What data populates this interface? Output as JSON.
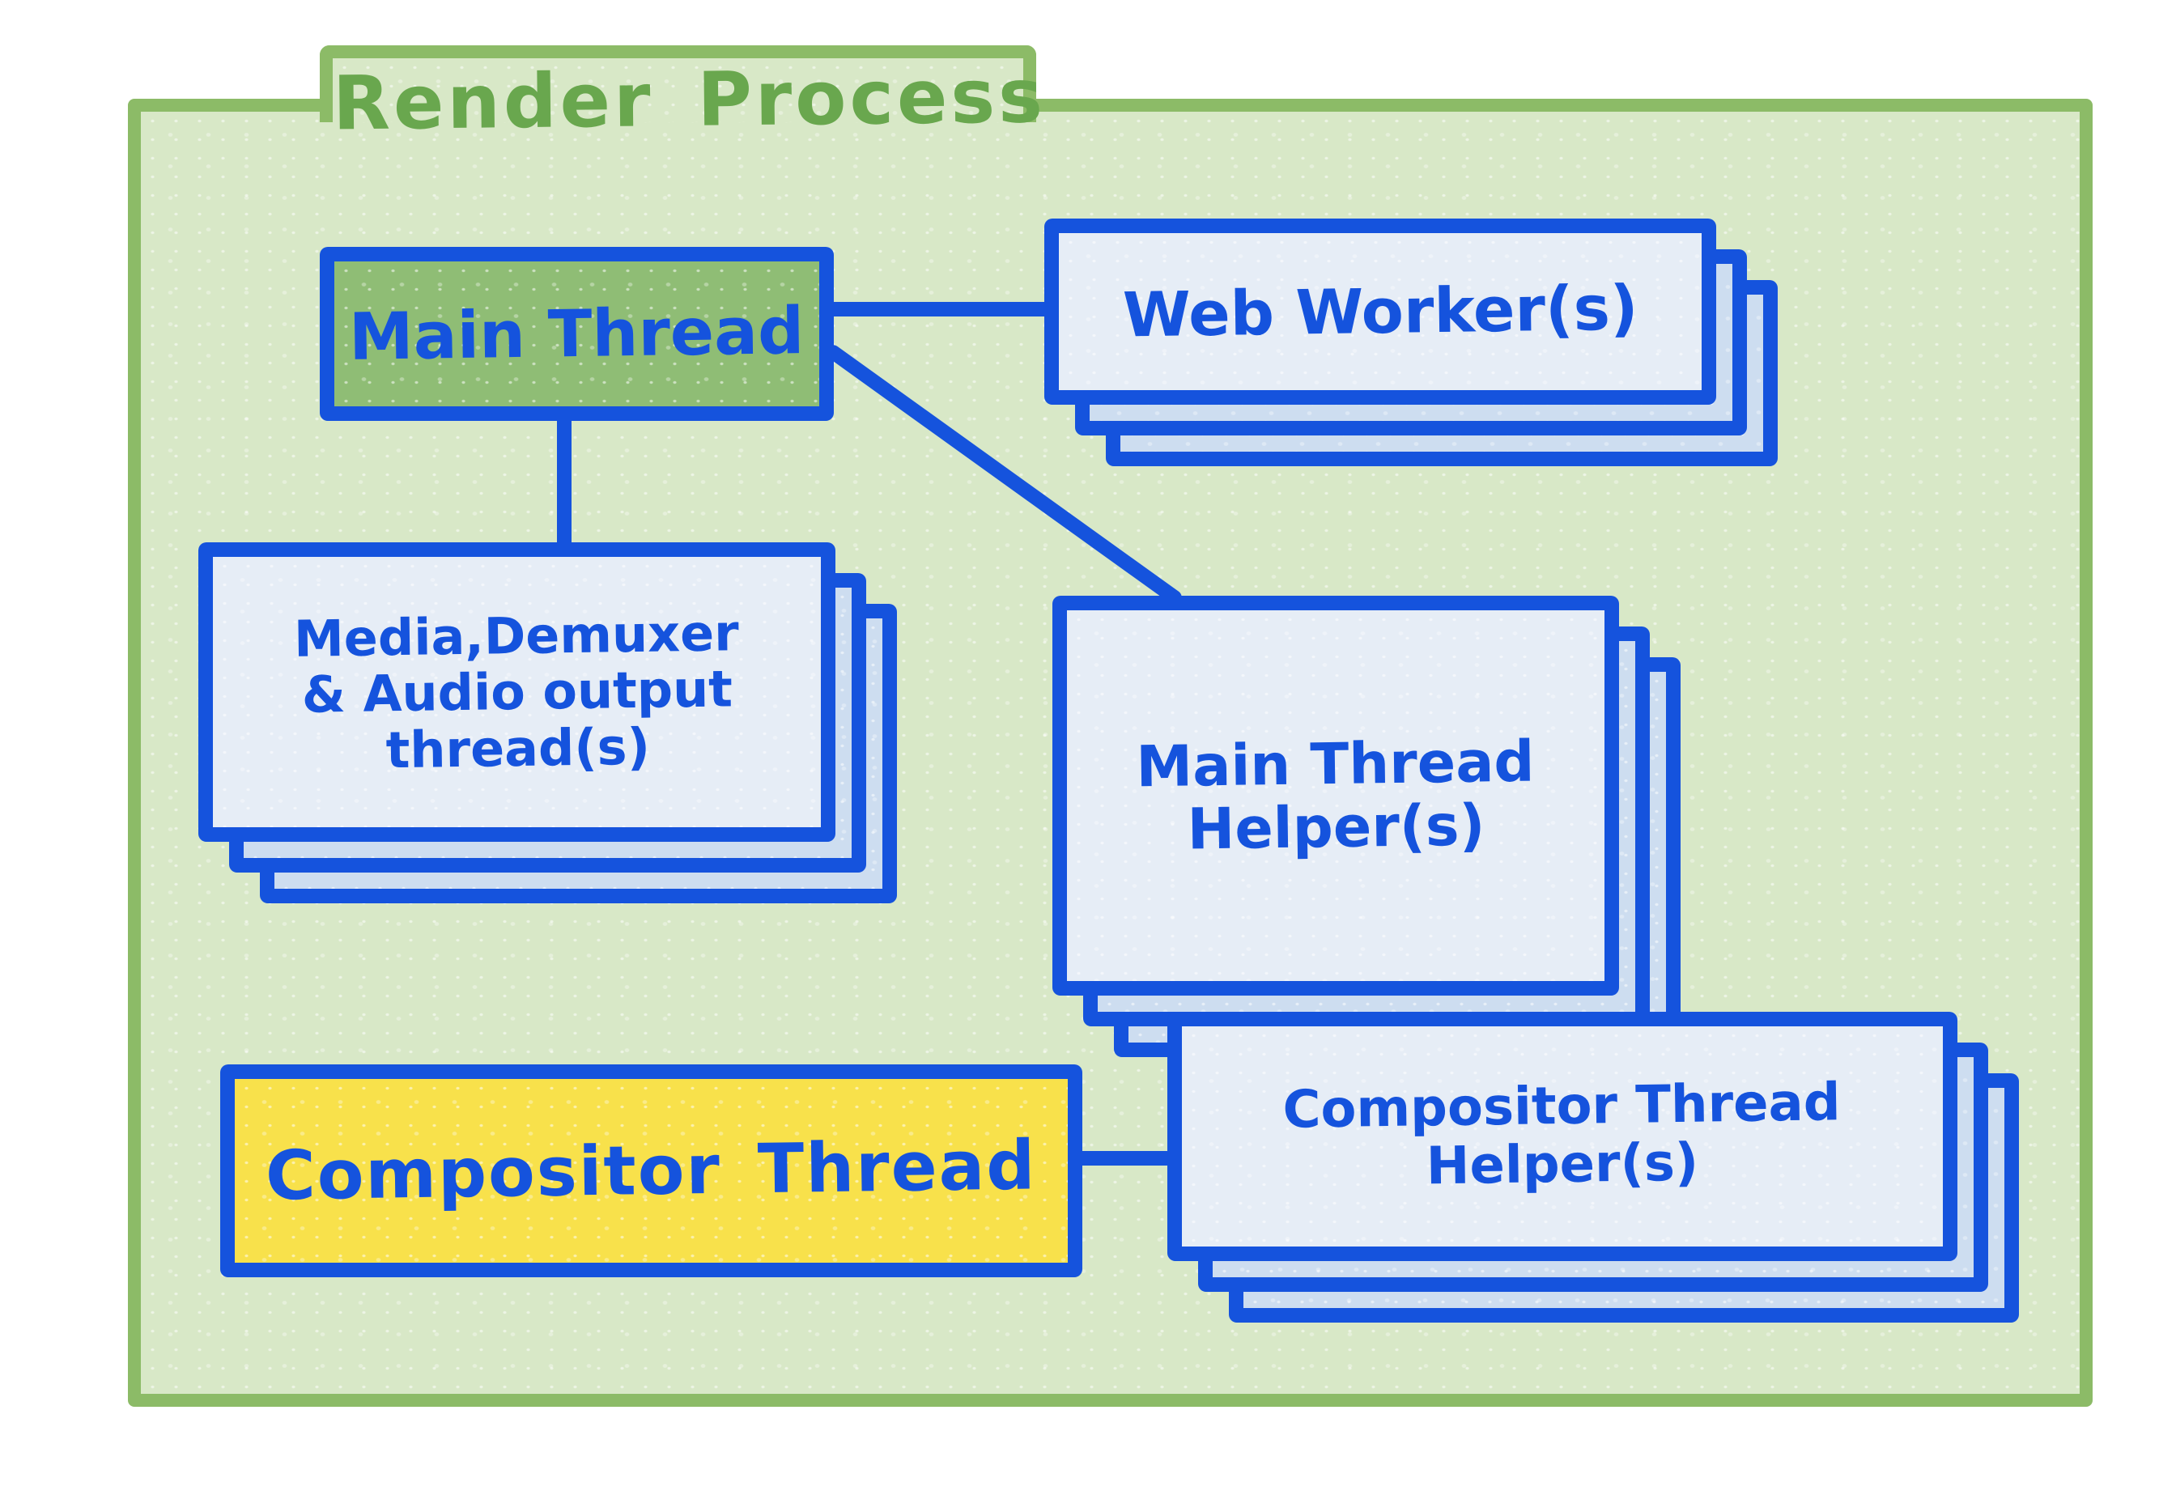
{
  "title": "Render Process",
  "nodes": {
    "main_thread": {
      "label": "Main Thread"
    },
    "web_workers": {
      "label": "Web Worker(s)"
    },
    "media_threads": {
      "lines": [
        "Media,Demuxer",
        "& Audio output",
        "thread(s)"
      ]
    },
    "main_thread_helpers": {
      "lines": [
        "Main Thread",
        "Helper(s)"
      ]
    },
    "compositor_thread": {
      "label": "Compositor Thread"
    },
    "compositor_helpers": {
      "lines": [
        "Compositor Thread",
        "Helper(s)"
      ]
    }
  },
  "colors": {
    "canvas": "#ffffff",
    "folder_fill": "#d8e8c7",
    "folder_border": "#8cbb67",
    "title_text": "#69a74e",
    "node_blue": "#1553dd",
    "card_front": "#e6edf6",
    "card_back": "#cdddf0",
    "main_thread_fill": "#8fbd75",
    "compositor_fill": "#f8e14b"
  }
}
